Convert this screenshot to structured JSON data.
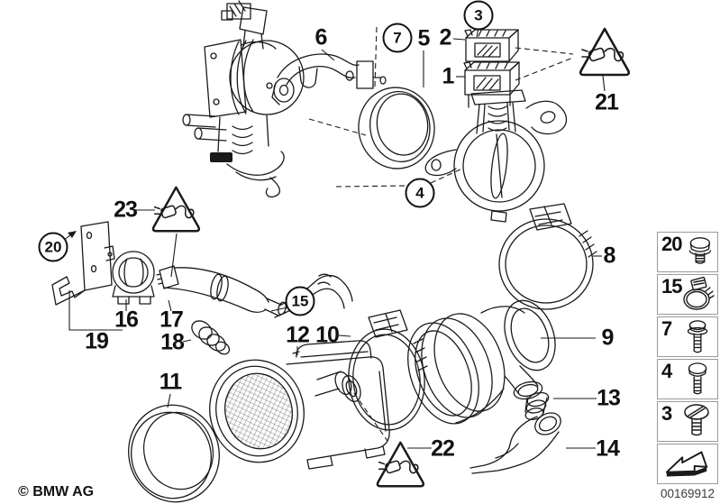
{
  "colors": {
    "background": "#ffffff",
    "line": "#1a1a1a",
    "legend_border": "#9a9a9a"
  },
  "callouts": {
    "plain": [
      "6",
      "5",
      "2",
      "1",
      "21",
      "23",
      "16",
      "17",
      "19",
      "18",
      "12",
      "10",
      "11",
      "8",
      "9",
      "13",
      "14",
      "22"
    ],
    "circled": [
      "3",
      "7",
      "4",
      "15",
      "20"
    ]
  },
  "hazard": {
    "icon": "hazard-cable-triangle-icon",
    "at_callouts": [
      "21",
      "22",
      "23"
    ]
  },
  "legend": {
    "rows": [
      {
        "label": "20",
        "icon": "hex-bolt-short-icon"
      },
      {
        "label": "15",
        "icon": "hose-clamp-icon"
      },
      {
        "label": "7",
        "icon": "hex-bolt-washer-icon"
      },
      {
        "label": "4",
        "icon": "hex-bolt-icon"
      },
      {
        "label": "3",
        "icon": "slotted-screw-icon"
      }
    ],
    "arrow_icon": "direction-arrow-icon"
  },
  "footer": {
    "copyright": "© BMW AG",
    "image_number": "00169912"
  }
}
